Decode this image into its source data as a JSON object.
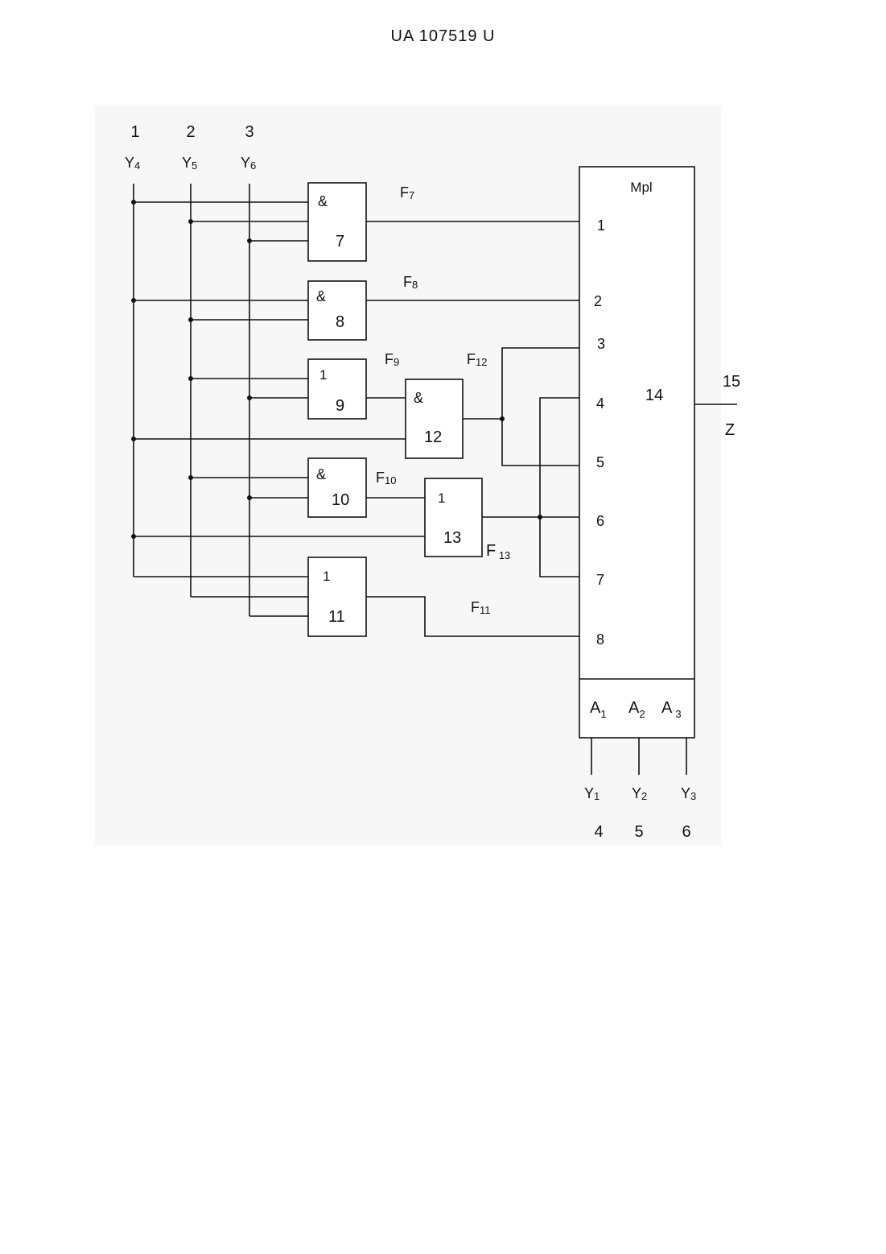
{
  "header": {
    "patent_number": "UA   107519   U"
  },
  "inputs": [
    {
      "number": "1",
      "signal": "Y",
      "sub": "4"
    },
    {
      "number": "2",
      "signal": "Y",
      "sub": "5"
    },
    {
      "number": "3",
      "signal": "Y",
      "sub": "6"
    }
  ],
  "gates": {
    "g7": {
      "op": "&",
      "num": "7"
    },
    "g8": {
      "op": "&",
      "num": "8"
    },
    "g9": {
      "op": "1",
      "num": "9"
    },
    "g10": {
      "op": "&",
      "num": "10"
    },
    "g11": {
      "op": "1",
      "num": "11"
    },
    "g12": {
      "op": "&",
      "num": "12"
    },
    "g13": {
      "op": "1",
      "num": "13"
    }
  },
  "signals": {
    "f7": {
      "base": "F",
      "sub": "7"
    },
    "f8": {
      "base": "F",
      "sub": "8"
    },
    "f9": {
      "base": "F",
      "sub": "9"
    },
    "f10": {
      "base": "F",
      "sub": "10"
    },
    "f11": {
      "base": "F",
      "sub": "11"
    },
    "f12": {
      "base": "F",
      "sub": "12"
    },
    "f13": {
      "base": "F",
      "sub": " 13"
    }
  },
  "mux": {
    "title": "Mpl",
    "num": "14",
    "data_inputs": [
      "1",
      "2",
      "3",
      "4",
      "5",
      "6",
      "7",
      "8"
    ],
    "address": [
      {
        "base": "A",
        "sub": "1"
      },
      {
        "base": "A",
        "sub": "2"
      },
      {
        "base": "A",
        "sub": "3"
      }
    ]
  },
  "address_inputs": [
    {
      "signal": "Y",
      "sub": "1",
      "number": "4"
    },
    {
      "signal": "Y",
      "sub": "2",
      "number": "5"
    },
    {
      "signal": "Y",
      "sub": "3",
      "number": "6"
    }
  ],
  "output": {
    "number": "15",
    "signal": "Z"
  }
}
